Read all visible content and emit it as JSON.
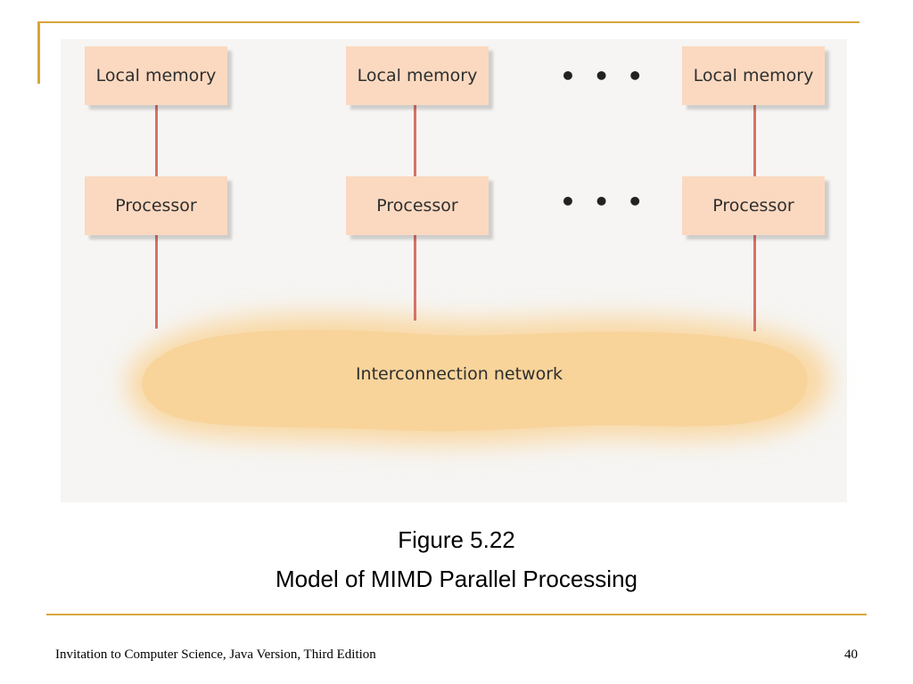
{
  "figure": {
    "columns": [
      {
        "memory_label": "Local memory",
        "processor_label": "Processor"
      },
      {
        "memory_label": "Local memory",
        "processor_label": "Processor"
      },
      {
        "memory_label": "Local memory",
        "processor_label": "Processor"
      }
    ],
    "ellipsis": "• • •",
    "network_label": "Interconnection network",
    "colors": {
      "box_fill": "#fbd9c0",
      "connector": "#d87266",
      "network": "#f9d8a4",
      "accent_rule": "#d9a63c"
    }
  },
  "caption": {
    "figure_number": "Figure 5.22",
    "title": "Model of MIMD Parallel Processing"
  },
  "footer": {
    "book": "Invitation to Computer Science, Java Version, Third Edition",
    "page": "40"
  }
}
